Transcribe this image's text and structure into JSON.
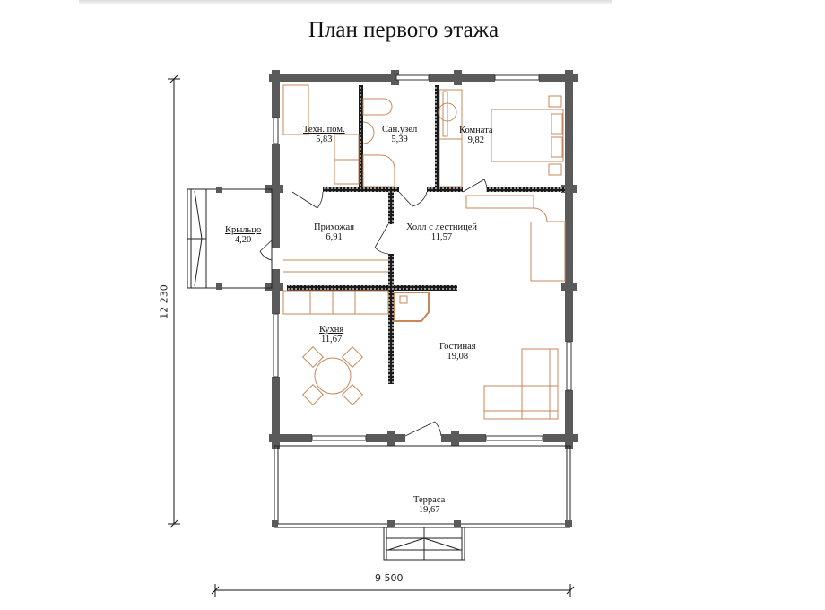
{
  "page": {
    "title": "План первого этажа"
  },
  "rooms": [
    {
      "name": "Техн. пом.",
      "area": "5,83"
    },
    {
      "name": "Сан.узел",
      "area": "5,39"
    },
    {
      "name": "Комната",
      "area": "9,82"
    },
    {
      "name": "Крыльцо",
      "area": "4,20"
    },
    {
      "name": "Прихожая",
      "area": "6,91"
    },
    {
      "name": "Холл с лестницей",
      "area": "11,57"
    },
    {
      "name": "Кухня",
      "area": "11,67"
    },
    {
      "name": "Гостиная",
      "area": "19,08"
    },
    {
      "name": "Терраса",
      "area": "19,67"
    }
  ],
  "dimensions": {
    "height": "12 230",
    "width": "9 500"
  },
  "colors": {
    "wall": "#5a5a5a",
    "partition": "#1a1a1a",
    "furniture": "#c8875a",
    "line": "#111111"
  }
}
